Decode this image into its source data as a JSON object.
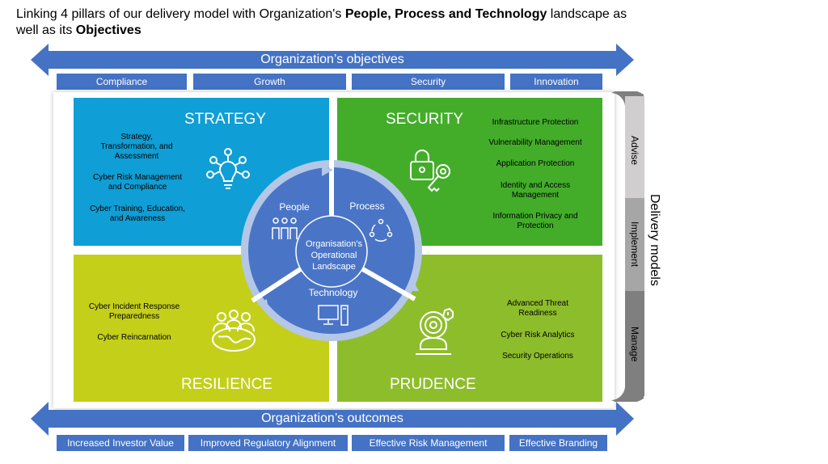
{
  "title": {
    "part1": "Linking 4 pillars of our delivery model with Organization's ",
    "bold1": "People, Process and Technology",
    "part2": " landscape as well as its ",
    "bold2": "Objectives"
  },
  "objectives": {
    "label": "Organization’s objectives",
    "items": [
      "Compliance",
      "Growth",
      "Security",
      "Innovation"
    ]
  },
  "outcomes": {
    "label": "Organization’s outcomes",
    "items": [
      "Increased Investor Value",
      "Improved Regulatory Alignment",
      "Effective Risk Management",
      "Effective Branding"
    ]
  },
  "quadrants": {
    "strategy": {
      "title": "STRATEGY",
      "items": [
        "Strategy, Transformation, and Assessment",
        "Cyber Risk Management and Compliance",
        "Cyber Training, Education, and Awareness"
      ]
    },
    "security": {
      "title": "SECURITY",
      "items": [
        "Infrastructure Protection",
        "Vulnerability Management",
        "Application Protection",
        "Identity and Access Management",
        "Information Privacy and Protection"
      ]
    },
    "resilience": {
      "title": "RESILIENCE",
      "items": [
        "Cyber Incident Response Preparedness",
        "Cyber Reincarnation"
      ]
    },
    "prudence": {
      "title": "PRUDENCE",
      "items": [
        "Advanced Threat Readiness",
        "Cyber Risk Analytics",
        "Security Operations"
      ]
    }
  },
  "center": {
    "people": "People",
    "process": "Process",
    "technology": "Technology",
    "core": "Organisation's Operational Landscape"
  },
  "delivery_models": {
    "title": "Delivery models",
    "stages": [
      "Advise",
      "Implement",
      "Manage"
    ]
  },
  "colors": {
    "blue": "#0f9ed5",
    "green": "#43ad2a",
    "lime": "#c4cf1a",
    "olive": "#8ebd2c",
    "navy": "#4472c4",
    "circle": "#4a75c7"
  }
}
